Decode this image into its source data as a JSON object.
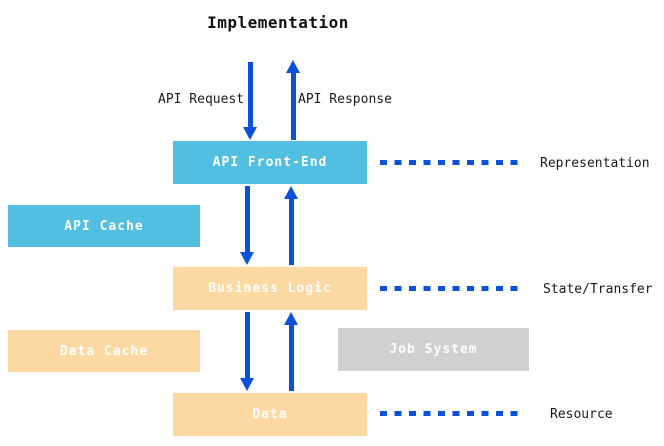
{
  "title": "Implementation",
  "flow": {
    "request_label": "API Request",
    "response_label": "API Response"
  },
  "layers": {
    "front_end": {
      "label": "API Front-End",
      "rest_label": "Representation"
    },
    "business_logic": {
      "label": "Business Logic",
      "rest_label": "State/Transfer"
    },
    "data": {
      "label": "Data",
      "rest_label": "Resource"
    }
  },
  "side_boxes": {
    "api_cache": {
      "label": "API Cache"
    },
    "data_cache": {
      "label": "Data Cache"
    },
    "job_system": {
      "label": "Job System"
    }
  },
  "colors": {
    "cyan": "#52BFE0",
    "peach": "#FCD9A2",
    "gray": "#D2CFD2",
    "arrow_blue": "#0B52DB",
    "box_text": "#FFFFFF"
  }
}
